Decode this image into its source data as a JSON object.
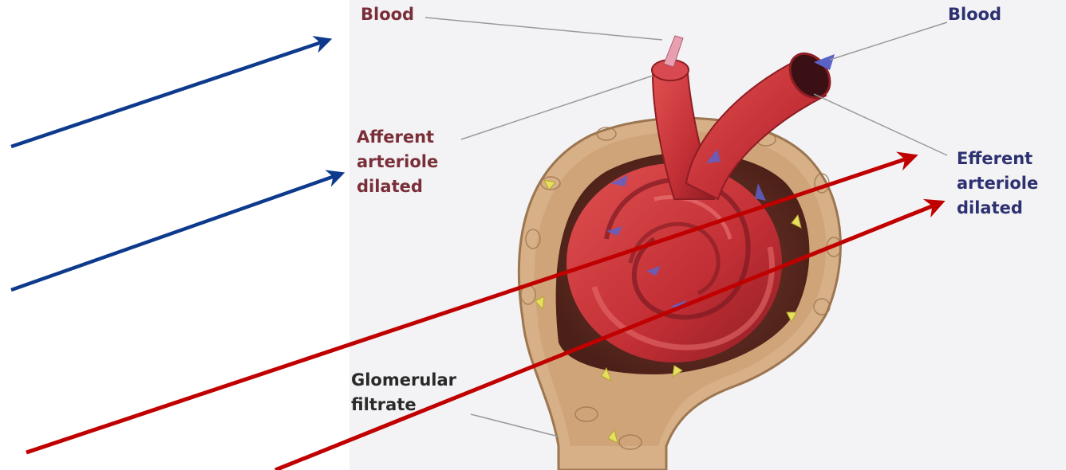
{
  "labels": {
    "blood_left": "Blood",
    "blood_right": "Blood",
    "afferent": [
      "Afferent",
      "arteriole",
      "dilated"
    ],
    "efferent": [
      "Efferent",
      "arteriole",
      "dilated"
    ],
    "glomerular": [
      "Glomerular",
      "filtrate"
    ]
  },
  "colors": {
    "afferent_label": "#7a2f38",
    "efferent_label": "#2d3170",
    "filtrate_label": "#2a2a2a",
    "blood_label_left": "#7a2f38",
    "blood_label_right": "#2d3170",
    "blue_arrow": "#0d3a8c",
    "red_arrow": "#c00000",
    "vessel": "#c9343a",
    "capsule": "#d8b48a"
  }
}
